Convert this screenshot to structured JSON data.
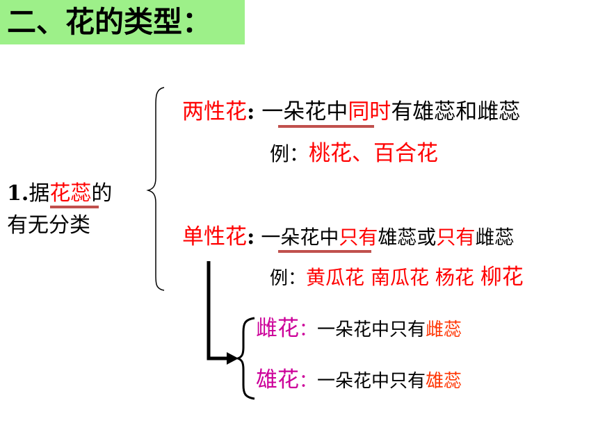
{
  "title": "二、花的类型：",
  "criterion": {
    "number": "1.",
    "prefix": "据",
    "keyword": "花蕊",
    "suffix": "的",
    "line2": "有无分类"
  },
  "bisexual": {
    "name": "两性花",
    "colon": ":",
    "def_part1": " 一朵花中",
    "def_highlight": "同时",
    "def_part2": "有雄蕊和雌蕊",
    "example_label": "例：",
    "examples": "桃花、百合花"
  },
  "unisexual": {
    "name": "单性花",
    "colon": ":",
    "def_part1": " 一朵花中",
    "def_highlight1": "只有",
    "def_part2": "雄蕊或",
    "def_highlight2": "只有",
    "def_part3": "雌蕊",
    "example_label": "例：",
    "example1": "黄瓜花",
    "example2": "南瓜花",
    "example3": "杨花",
    "example4": "柳花"
  },
  "female": {
    "name": "雌花",
    "colon": "：",
    "def": "一朵花中只有",
    "organ": "雌蕊"
  },
  "male": {
    "name": "雄花",
    "colon": "：",
    "def": "一朵花中只有",
    "organ": "雄蕊"
  },
  "colors": {
    "title_bg": "#9df089",
    "highlight_red": "#ff0000",
    "magenta": "#cc0099",
    "orange": "#ff3300",
    "underline": "#c0504d"
  }
}
